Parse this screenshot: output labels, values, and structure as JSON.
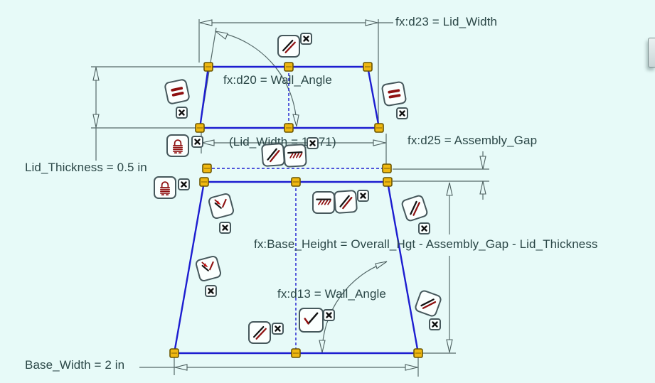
{
  "window": {
    "background_color": "#e7faf8",
    "view": "parametric sketch with dimensions and constraint glyphs"
  },
  "sketch": {
    "dimension_labels": {
      "lid_width_driving": "fx:d23 = Lid_Width",
      "lid_wall_angle": "fx:d20 = Wall_Angle",
      "lid_width_reference": "(Lid_Width = 1.471)",
      "lid_thickness": "Lid_Thickness = 0.5 in",
      "assembly_gap": "fx:d25 = Assembly_Gap",
      "base_height": "fx:Base_Height = Overall_Hgt - Assembly_Gap - Lid_Thickness",
      "base_wall_angle": "fx:d13 = Wall_Angle",
      "base_width": "Base_Width = 2 in"
    },
    "constraint_glyphs": [
      {
        "name": "parallel-constraint-icon",
        "symbol": "two diagonal parallel lines (black over dark red)"
      },
      {
        "name": "equal-constraint-icon",
        "symbol": "dark red equals sign"
      },
      {
        "name": "lock-constraint-icon",
        "symbol": "dark red padlock"
      },
      {
        "name": "symmetry-constraint-icon",
        "symbol": "two slanted lines with red arrow"
      },
      {
        "name": "collinear-constraint-icon",
        "symbol": "black line with red hatch marks below"
      },
      {
        "name": "perpendicular-constraint-icon",
        "symbol": "black and red lines meeting at right angle"
      },
      {
        "name": "close-icon",
        "symbol": "×"
      }
    ],
    "colors": {
      "geometry_line": "#1d1dd0",
      "construction_line": "#1d1dd0",
      "dimension_line": "#556969",
      "label_text": "#2b4747",
      "vertex_handle_fill": "#f0b810",
      "vertex_handle_border": "#6b5500",
      "glyph_red": "#8f1010",
      "glyph_black": "#141414",
      "tile_border": "#46585c",
      "tile_fill": "#fbfffe"
    }
  }
}
